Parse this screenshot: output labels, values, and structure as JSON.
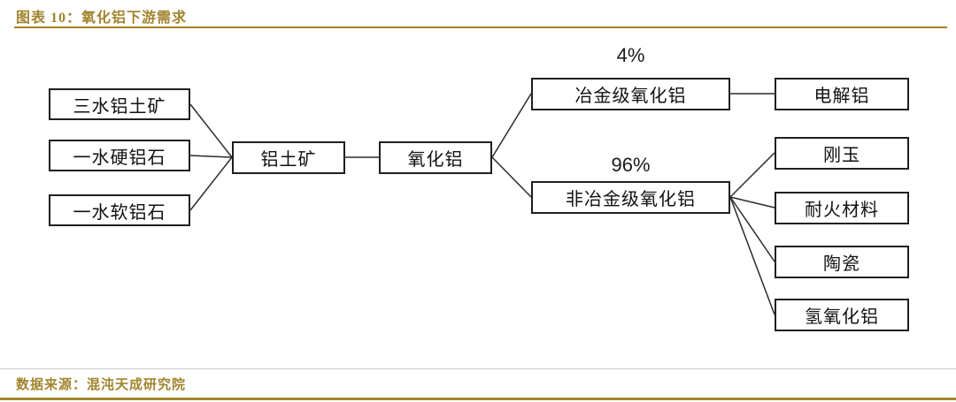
{
  "header": {
    "title": "图表 10：氧化铝下游需求"
  },
  "diagram": {
    "nodes": {
      "gibbsite": "三水铝土矿",
      "diaspore": "一水硬铝石",
      "boehmite": "一水软铝石",
      "bauxite": "铝土矿",
      "alumina": "氧化铝",
      "metallurgical": "冶金级氧化铝",
      "electrolytic_aluminum": "电解铝",
      "non_metallurgical": "非冶金级氧化铝",
      "corundum": "刚玉",
      "refractory": "耐火材料",
      "ceramics": "陶瓷",
      "aluminum_hydroxide": "氢氧化铝"
    },
    "labels": {
      "metallurgical_share": "4%",
      "non_metallurgical_share": "96%"
    }
  },
  "footer": {
    "source": "数据来源：混沌天成研究院"
  },
  "colors": {
    "accent_gold": "#A2842E",
    "box_border": "#1f1f1f",
    "line": "#2b2b2b"
  }
}
